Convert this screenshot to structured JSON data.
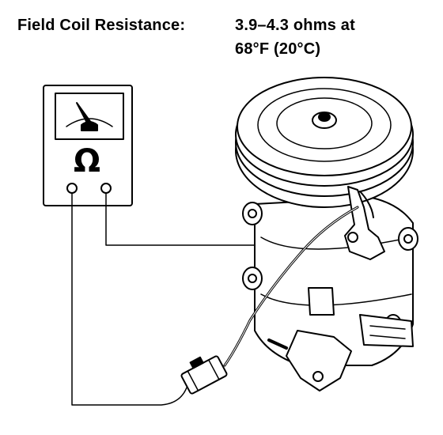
{
  "spec": {
    "label": "Field Coil Resistance:",
    "value_line1": "3.9–4.3 ohms at",
    "value_line2": "68°F (20°C)"
  },
  "meter": {
    "symbol": "Ω",
    "icon": "ohmmeter-icon"
  },
  "illustration": {
    "icon": "ac-compressor-icon"
  }
}
